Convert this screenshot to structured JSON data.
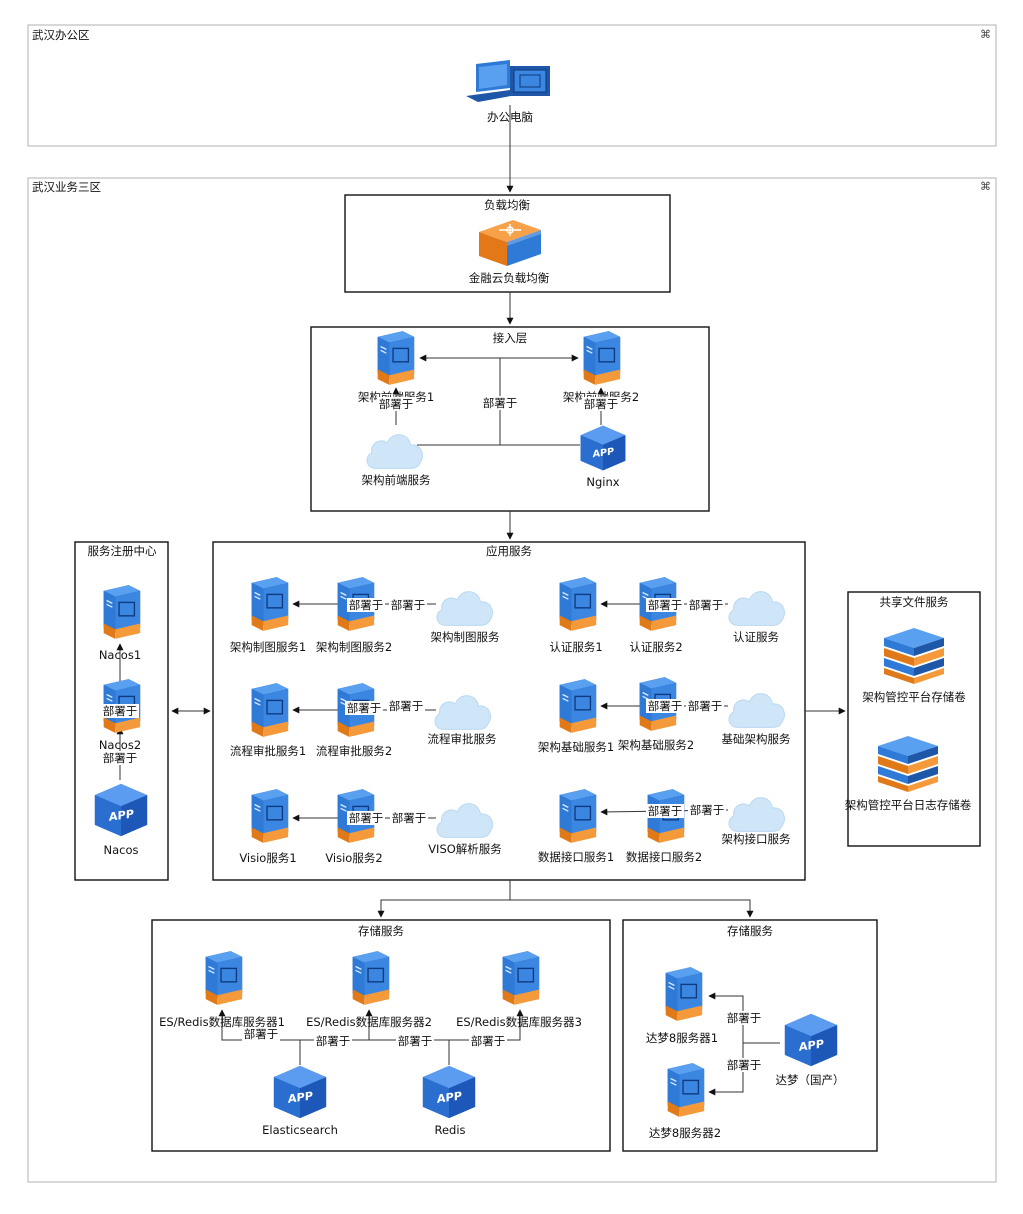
{
  "zones": {
    "office": "武汉办公区",
    "business": "武汉业务三区"
  },
  "boxes": {
    "lb": "负载均衡",
    "access": "接入层",
    "registry": "服务注册中心",
    "app": "应用服务",
    "share": "共享文件服务",
    "storage1": "存储服务",
    "storage2": "存储服务"
  },
  "nodes": {
    "pc": "办公电脑",
    "lb": "金融云负载均衡",
    "fe1": "架构前端服务1",
    "fe2": "架构前端服务2",
    "fe_cloud": "架构前端服务",
    "nginx": "Nginx",
    "nacos1": "Nacos1",
    "nacos2": "Nacos2",
    "nacos": "Nacos",
    "draw1": "架构制图服务1",
    "draw2": "架构制图服务2",
    "draw_cloud": "架构制图服务",
    "auth1": "认证服务1",
    "auth2": "认证服务2",
    "auth_cloud": "认证服务",
    "flow1": "流程审批服务1",
    "flow2": "流程审批服务2",
    "flow_cloud": "流程审批服务",
    "base1": "架构基础服务1",
    "base2": "架构基础服务2",
    "base_cloud": "基础架构服务",
    "visio1": "Visio服务1",
    "visio2": "Visio服务2",
    "visio_cloud": "VISO解析服务",
    "data1": "数据接口服务1",
    "data2": "数据接口服务2",
    "data_cloud": "架构接口服务",
    "vol1": "架构管控平台存储卷",
    "vol2": "架构管控平台日志存储卷",
    "es1": "ES/Redis数据库服务器1",
    "es2": "ES/Redis数据库服务器2",
    "es3": "ES/Redis数据库服务器3",
    "elastic": "Elasticsearch",
    "redis": "Redis",
    "dm1": "达梦8服务器1",
    "dm2": "达梦8服务器2",
    "dm": "达梦（国产）"
  },
  "edge_label": "部署于",
  "icon_badge": "APP",
  "colors": {
    "server_blue": "#2f7ad6",
    "server_dark": "#1e56a8",
    "server_orange": "#f08a24",
    "cloud": "#cfe6f8",
    "app_blue": "#2a6fd0"
  }
}
